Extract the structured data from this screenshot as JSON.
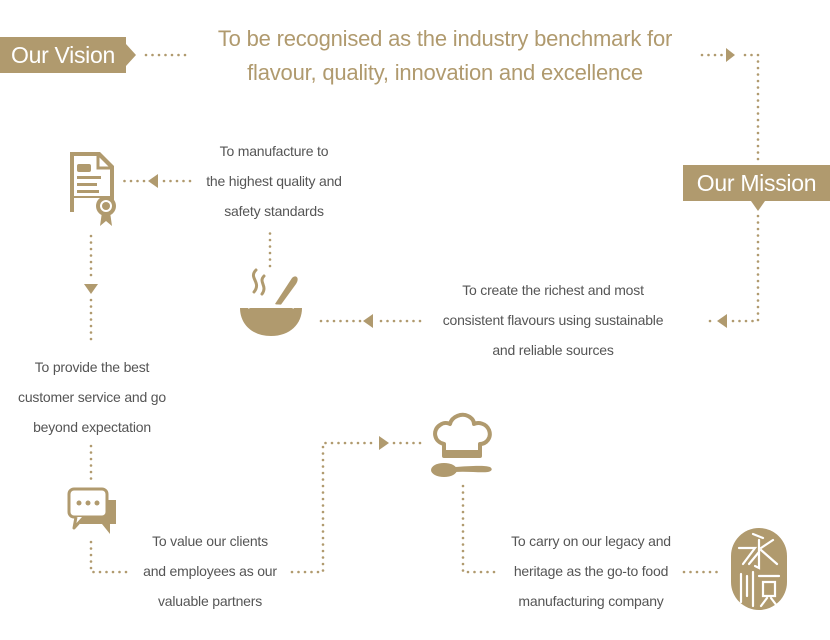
{
  "colors": {
    "accent": "#b09a6e",
    "text": "#555555"
  },
  "vision": {
    "label": "Our Vision",
    "line1": "To be recognised as the industry benchmark for",
    "line2": "flavour, quality, innovation and excellence"
  },
  "mission": {
    "label": "Our Mission"
  },
  "steps": [
    {
      "icon": "bowl-icon",
      "lines": [
        "To create the richest and most",
        "consistent flavours using sustainable",
        "and reliable sources"
      ]
    },
    {
      "icon": "certificate-icon",
      "lines": [
        "To manufacture to",
        "the highest quality and",
        "safety standards"
      ]
    },
    {
      "icon": "chat-icon",
      "lines": [
        "To provide the best",
        "customer service and go",
        "beyond expectation"
      ]
    },
    {
      "icon": "chef-hat-spoon-icon",
      "lines": [
        "To value our clients",
        "and employees as our",
        "valuable partners"
      ]
    },
    {
      "icon": "logo-seal",
      "lines": [
        "To carry on our legacy and",
        "heritage as the go-to food",
        "manufacturing company"
      ]
    }
  ],
  "logo": {
    "text": "永顺"
  }
}
